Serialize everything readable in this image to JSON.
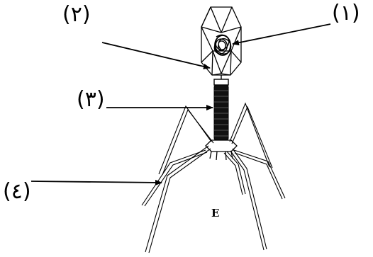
{
  "labels": {
    "one": "(١)",
    "two": "(٢)",
    "three": "(٣)",
    "four": "(٤)"
  },
  "surface_letter": "E",
  "colors": {
    "ink": "#000000",
    "background": "#ffffff"
  }
}
